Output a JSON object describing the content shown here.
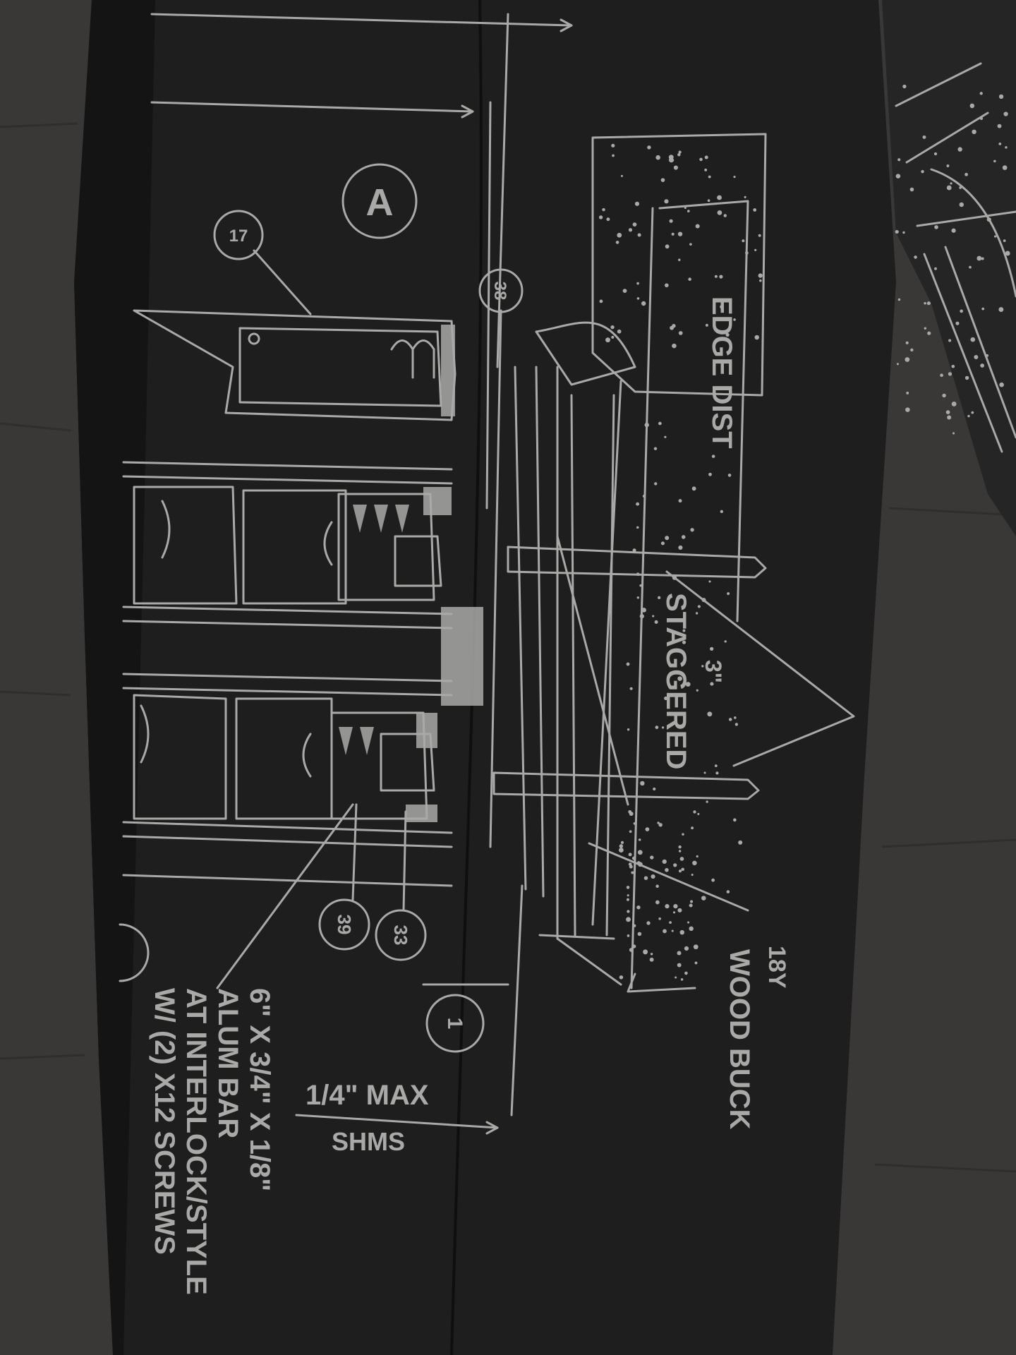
{
  "colors": {
    "floor": "#3a3836",
    "fabric": "#1e1e1f",
    "fabric_dark": "#131314",
    "ink": "#a9a9a7",
    "ink_bright": "#c9c9c6"
  },
  "labels": {
    "section_marker": "A",
    "callout_17": "17",
    "callout_38": "38",
    "callout_39": "39",
    "callout_33": "33",
    "callout_1": "1",
    "edge_dist": "EDGE DIST",
    "staggered": "STAGGERED",
    "three_in": "3\"",
    "wood_buck_num": "18Y",
    "wood_buck": "WOOD BUCK",
    "quarter_max": "1/4\" MAX",
    "shms": "SHMS"
  },
  "note_lines": [
    "6\" X 3/4\" X 1/8\"",
    "ALUM BAR",
    "AT INTERLOCK/STYLE",
    "W/  (2)  X12 SCREWS"
  ]
}
